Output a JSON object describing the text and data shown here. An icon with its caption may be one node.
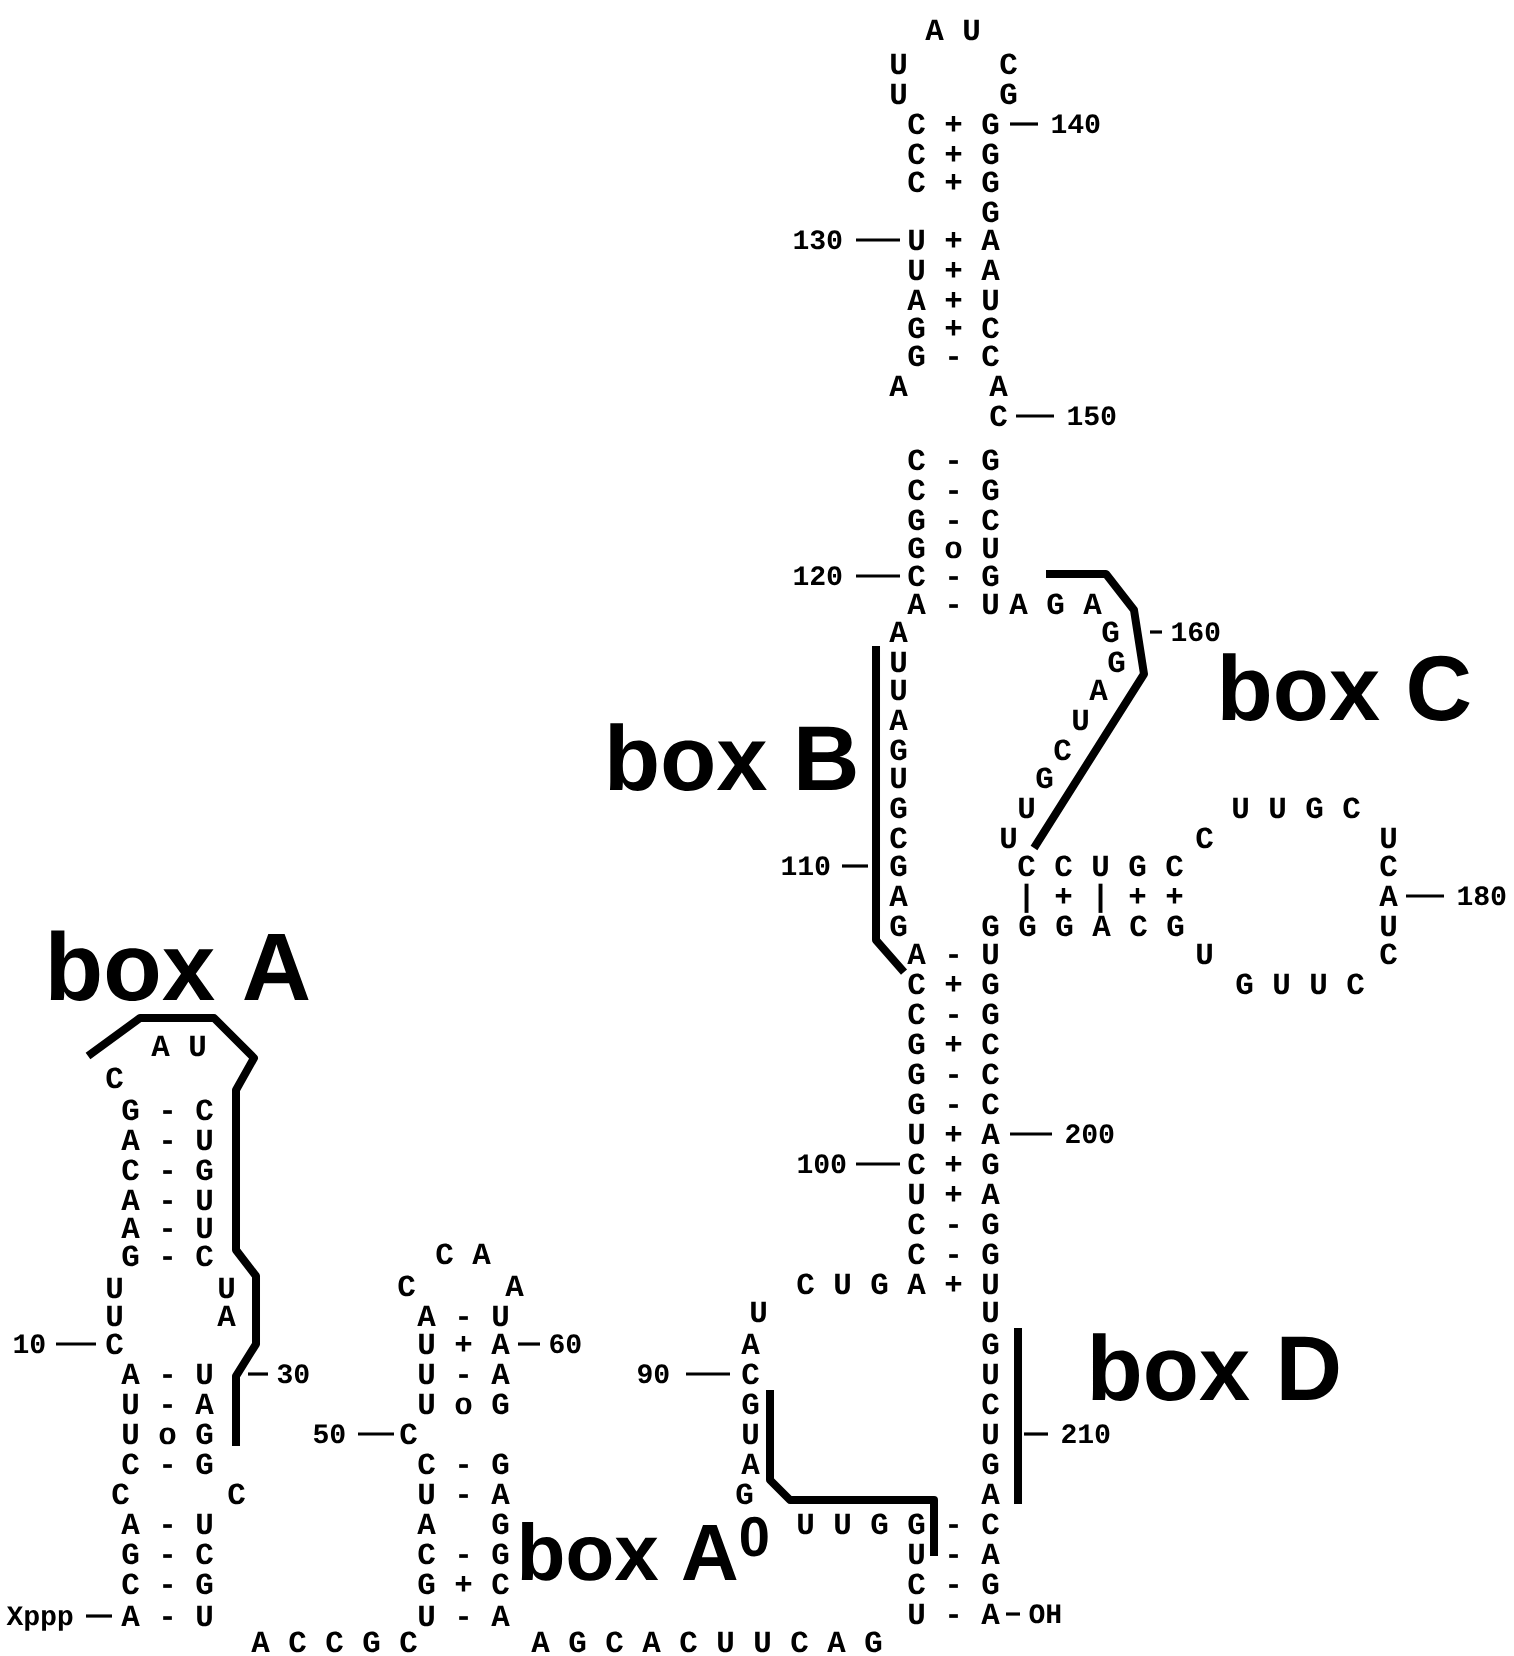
{
  "diagram": {
    "labels": [
      "A U",
      "U",
      "C",
      "U",
      "G",
      "C + G",
      "140",
      "C + G",
      "C + G",
      "G",
      "130",
      "U + A",
      "U + A",
      "A + U",
      "G + C",
      "G - C",
      "A",
      "A",
      "C",
      "150",
      "C - G",
      "C - G",
      "G - C",
      "G o U",
      "120",
      "C - G",
      "A - U",
      "A G A",
      "A",
      "G",
      "160",
      "U",
      "G",
      "box C",
      "U",
      "A",
      "A",
      "U",
      "G",
      "C",
      "box B",
      "U",
      "G",
      "G",
      "U",
      "U U G C",
      "C",
      "U",
      "C",
      "U",
      "110",
      "G",
      "C C U G C",
      "C",
      "A",
      "| + | + +",
      "A",
      "180",
      "G",
      "G G G A C G",
      "U",
      "A - U",
      "U",
      "C",
      "box A",
      "C + G",
      "G U U C",
      "C - G",
      "G + C",
      "G - C",
      "G - C",
      "U + A",
      "200",
      "100",
      "C + G",
      "U + A",
      "C - G",
      "C - G",
      "C U G A + U",
      "U",
      "U",
      "A",
      "G",
      "box D",
      "90",
      "C",
      "U",
      "G",
      "C",
      "U",
      "U",
      "210",
      "A",
      "G",
      "G",
      "A",
      "U U G G - C",
      "box A$^{0}$",
      "U - A",
      "C - G",
      "U - A",
      "OH",
      "A U",
      "C",
      "G - C",
      "A - U",
      "C - G",
      "A - U",
      "A - U",
      "G - C",
      "U",
      "U",
      "U",
      "A",
      "10",
      "C",
      "A - U",
      "30",
      "U - A",
      "U o G",
      "C - G",
      "C",
      "C",
      "A - U",
      "G - C",
      "C - G",
      "Xppp",
      "A - U",
      "A C C G C",
      "C A",
      "C",
      "A",
      "A - U",
      "U + A",
      "60",
      "U - A",
      "U o G",
      "50",
      "C",
      "C - G",
      "U - A",
      "A",
      "G",
      "C - G",
      "G + C",
      "U - A",
      "A G C A C U U C A G"
    ]
  }
}
